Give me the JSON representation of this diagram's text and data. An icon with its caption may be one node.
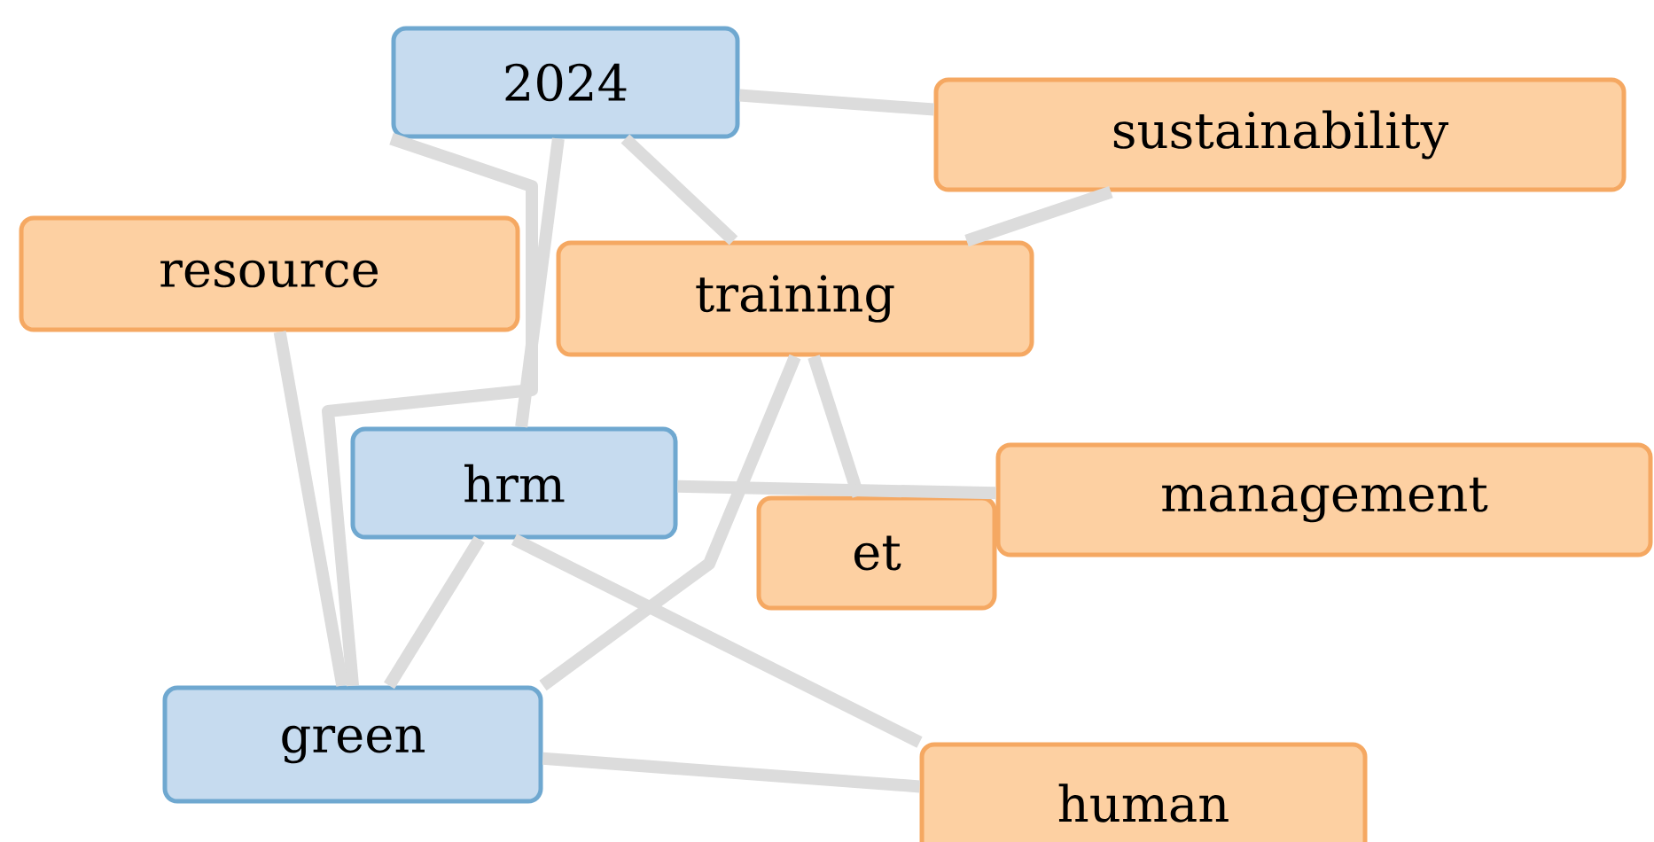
{
  "diagram": {
    "nodes": [
      {
        "text": [
          "2024"
        ]
      },
      {
        "text": [
          "sustainability"
        ]
      },
      {
        "text": [
          "resource"
        ]
      },
      {
        "text": [
          "training"
        ]
      },
      {
        "text": [
          "hrm"
        ]
      },
      {
        "text": [
          "et"
        ]
      },
      {
        "text": [
          "management"
        ]
      },
      {
        "text": [
          "green"
        ]
      },
      {
        "text": [
          "human"
        ]
      }
    ],
    "edges": [
      {
        "from": 0,
        "to": 1,
        "arrow": "none"
      },
      {
        "from": 0,
        "to": 3,
        "arrow": "none"
      },
      {
        "from": 3,
        "to": 5,
        "arrow": "none"
      },
      {
        "from": 0,
        "to": 4,
        "arrow": "none"
      },
      {
        "from": 0,
        "to": 7,
        "arrow": "none"
      },
      {
        "from": 1,
        "to": 3,
        "arrow": "none"
      },
      {
        "from": 3,
        "to": 7,
        "arrow": "none"
      },
      {
        "from": 2,
        "to": 7,
        "arrow": "none"
      },
      {
        "from": 4,
        "to": 7,
        "arrow": "none"
      },
      {
        "from": 4,
        "to": 6,
        "arrow": "none"
      },
      {
        "from": 4,
        "to": 8,
        "arrow": "none"
      },
      {
        "from": 7,
        "to": 8,
        "arrow": "none"
      }
    ]
  }
}
